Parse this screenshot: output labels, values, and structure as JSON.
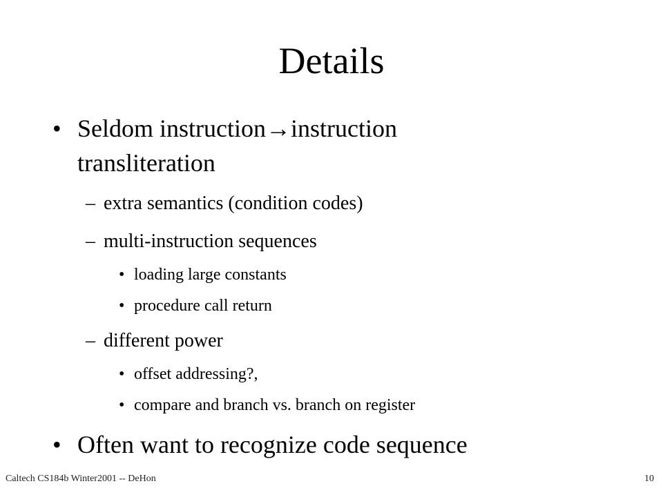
{
  "slide": {
    "title": "Details",
    "bullets": {
      "b1_line1_prefix": "Seldom instruction",
      "b1_arrow": "→",
      "b1_line1_suffix": "instruction",
      "b1_line2": "transliteration",
      "sub1": "extra semantics (condition codes)",
      "sub2": "multi-instruction sequences",
      "sub2_item1": "loading large constants",
      "sub2_item2": "procedure call return",
      "sub3": "different power",
      "sub3_item1": "offset addressing?,",
      "sub3_item2": "compare and branch vs. branch on register",
      "b2": "Often want to recognize code sequence"
    },
    "markers": {
      "bullet": "•",
      "dash": "–",
      "subbullet": "•"
    },
    "footer": {
      "left": "Caltech CS184b Winter2001 -- DeHon",
      "right": "10"
    }
  }
}
